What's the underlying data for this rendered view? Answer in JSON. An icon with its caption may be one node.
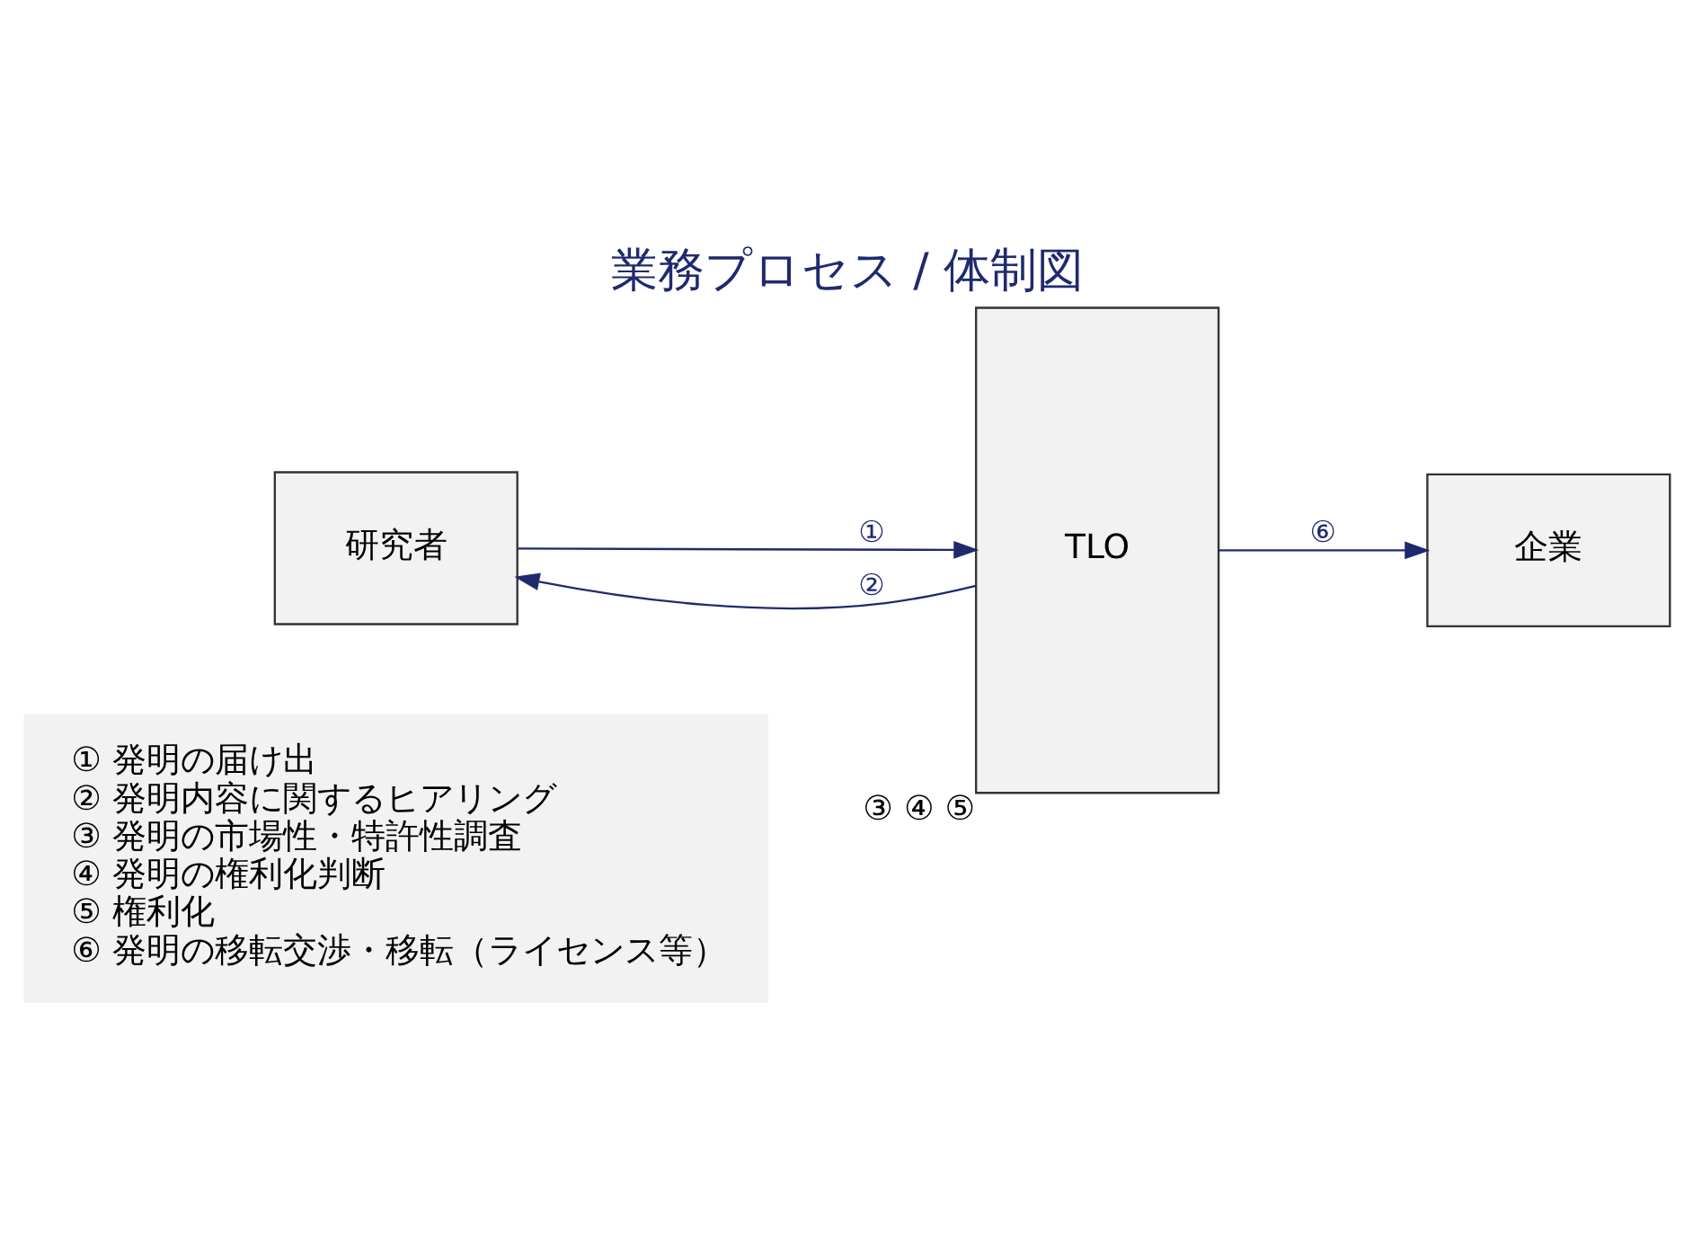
{
  "diagram": {
    "title": "業務プロセス / 体制図",
    "nodes": [
      {
        "text": [
          "① 発明の届け出",
          "② 発明内容に関するヒアリング",
          "③ 発明の市場性・特許性調査",
          "④ 発明の権利化判断",
          "⑤ 権利化",
          "⑥ 発明の移転交渉・移転（ライセンス等）"
        ]
      },
      {
        "text": [
          "研究者"
        ]
      },
      {
        "text": [
          "TLO"
        ],
        "beside": [
          "③ ④ ⑤"
        ]
      },
      {
        "text": [
          "企業"
        ]
      }
    ],
    "edges": [
      {
        "from": 1,
        "to": 2,
        "arrow": "to",
        "label": "①"
      },
      {
        "from": 2,
        "to": 1,
        "arrow": "to",
        "label": "②"
      },
      {
        "from": 2,
        "to": 3,
        "arrow": "to",
        "label": "⑥"
      }
    ]
  }
}
